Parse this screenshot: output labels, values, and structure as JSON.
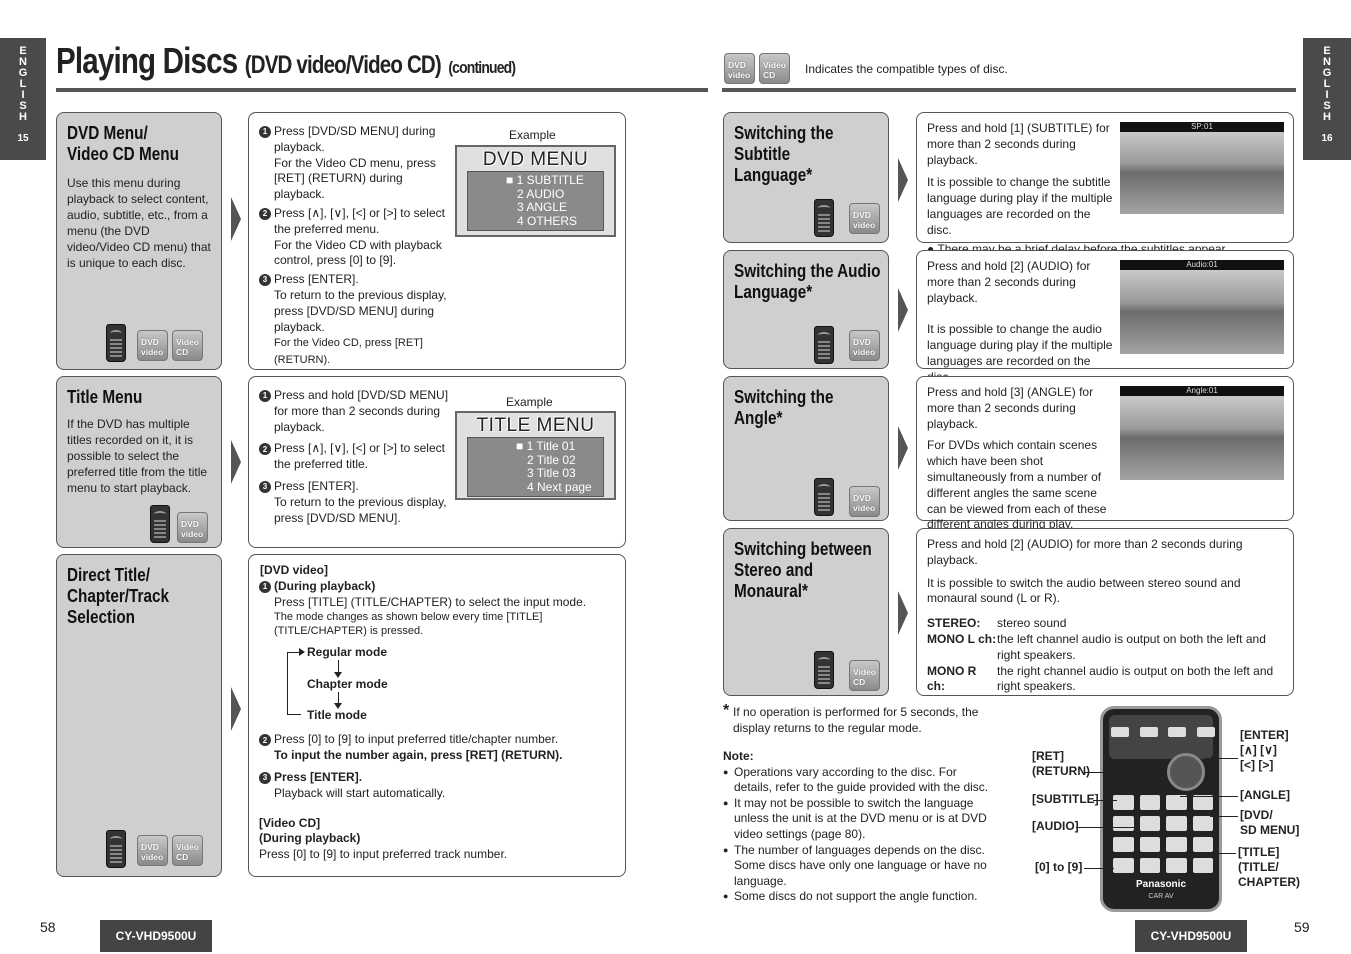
{
  "header": {
    "title": "Playing Discs",
    "subtitle": "(DVD video/Video CD)",
    "continued": "(continued)",
    "compat_text": "Indicates the compatible types of disc."
  },
  "lang_tab": {
    "letters": [
      "E",
      "N",
      "G",
      "L",
      "I",
      "S",
      "H"
    ],
    "left_page": "15",
    "right_page": "16"
  },
  "disc": {
    "dvd": "DVD video",
    "vcd": "Video CD"
  },
  "dvd_menu": {
    "heading": "DVD Menu/ Video CD Menu",
    "heading_l1": "DVD Menu/",
    "heading_l2": "Video CD Menu",
    "desc": "Use this menu during playback to select content, audio, subtitle, etc., from a menu (the DVD video/Video CD menu) that is unique to each disc.",
    "s1": "Press [DVD/SD MENU] during playback.",
    "s1b": "For the Video CD menu, press [RET] (RETURN) during playback.",
    "s2": "Press [∧], [∨], [<] or [>] to select the preferred menu.",
    "s2b": "For the Video CD with playback control, press [0] to [9].",
    "s3": "Press [ENTER].",
    "s3b": "To return to the previous display, press [DVD/SD MENU] during playback.",
    "s3c": "For the Video CD, press [RET] (RETURN).",
    "example": "Example",
    "panel_title": "DVD MENU",
    "panel_items": [
      "1  SUBTITLE",
      "2  AUDIO",
      "3  ANGLE",
      "4  OTHERS"
    ]
  },
  "title_menu": {
    "heading": "Title Menu",
    "desc": "If the DVD has multiple titles recorded on it, it is possible to select the preferred title from the title menu to start playback.",
    "s1": "Press and hold [DVD/SD MENU] for more than 2 seconds during playback.",
    "s2": "Press [∧], [∨], [<] or [>] to select the preferred title.",
    "s3": "Press [ENTER].",
    "s3b": "To return to the previous display, press [DVD/SD MENU].",
    "example": "Example",
    "panel_title": "TITLE MENU",
    "panel_items": [
      "1 Title 01",
      "2 Title 02",
      "3 Title 03",
      "4 Next page"
    ]
  },
  "direct": {
    "heading_l1": "Direct Title/",
    "heading_l2": "Chapter/Track",
    "heading_l3": "Selection",
    "dvd_label": "[DVD video]",
    "during": "(During playback)",
    "s1": "Press [TITLE] (TITLE/CHAPTER) to select the input mode.",
    "s1b": "The mode changes as shown below every time [TITLE] (TITLE/CHAPTER) is pressed.",
    "modes": [
      "Regular mode",
      "Chapter mode",
      "Title mode"
    ],
    "s2": "Press [0] to [9] to input preferred title/chapter number.",
    "s2b": "To input the number again, press [RET] (RETURN).",
    "s3": "Press [ENTER].",
    "s3b": "Playback will start automatically.",
    "vcd_label": "[Video CD]",
    "vcd_during": "(During playback)",
    "vcd_text": "Press [0] to [9] to input preferred track number."
  },
  "subtitle": {
    "heading_l1": "Switching the",
    "heading_l2": "Subtitle",
    "heading_l3": "Language*",
    "t1": "Press and hold [1] (SUBTITLE) for more than 2 seconds during playback.",
    "t2": "It is possible to change the subtitle language during play if the multiple languages are recorded on the disc.",
    "note": "There may be a brief delay before the subtitles appear.",
    "photo": "SP:01"
  },
  "audio": {
    "heading_l1": "Switching the Audio",
    "heading_l2": "Language*",
    "t1": "Press and hold [2] (AUDIO) for more than 2 seconds during playback.",
    "t2": "It is possible to change the audio language during play if the multiple languages are recorded on the disc.",
    "photo": "Audio:01"
  },
  "angle": {
    "heading_l1": "Switching the",
    "heading_l2": "Angle*",
    "t1": "Press and hold [3] (ANGLE) for more than 2 seconds during playback.",
    "t2": "For DVDs which contain scenes which have been shot simultaneously from a number of different angles the same scene can be viewed from each of these different angles during play.",
    "photo": "Angle:01"
  },
  "stereo": {
    "heading_l1": "Switching between",
    "heading_l2": "Stereo and",
    "heading_l3": "Monaural*",
    "t1": "Press and hold [2] (AUDIO) for more than 2 seconds during playback.",
    "t2": "It is possible to switch the audio between stereo sound and monaural sound (L or R).",
    "rows": [
      {
        "k": "STEREO:",
        "v": "stereo sound"
      },
      {
        "k": "MONO L ch:",
        "v": "the left channel audio is output on both the left and right speakers."
      },
      {
        "k": "MONO R ch:",
        "v": "the right channel audio is output on both the left and right speakers."
      }
    ]
  },
  "footnote": "If no operation is performed for 5 seconds, the display returns to the regular mode.",
  "note": {
    "title": "Note:",
    "items": [
      "Operations vary according to the disc. For details, refer to the guide provided with the disc.",
      "It may not be possible to switch the language unless the unit is at the DVD menu or is at DVD video settings (page 80).",
      "The number of languages depends on the disc. Some discs have only one language or have no language.",
      "Some discs do not support the angle function."
    ]
  },
  "remote_labels": {
    "ret": "[RET] (RETURN)",
    "subtitle": "[SUBTITLE]",
    "audio": "[AUDIO]",
    "zero": "[0] to [9]",
    "enter": "[ENTER]",
    "enter2": "[∧] [∨]",
    "enter3": "[<] [>]",
    "angle": "[ANGLE]",
    "dvdsd": "[DVD/ SD MENU]",
    "title": "[TITLE] (TITLE/ CHAPTER)",
    "brand": "Panasonic",
    "car": "CAR AV"
  },
  "footer": {
    "left_page": "58",
    "right_page": "59",
    "model": "CY-VHD9500U"
  }
}
